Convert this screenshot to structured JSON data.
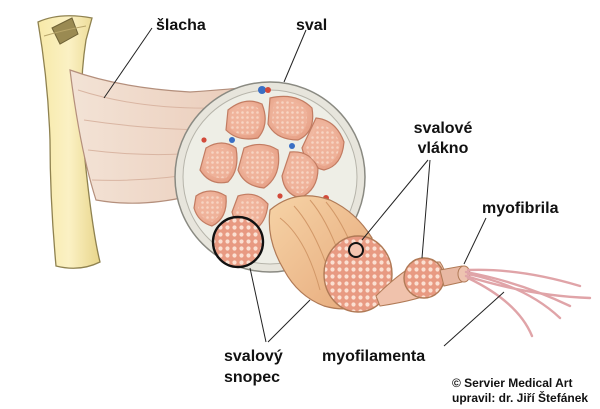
{
  "labels": {
    "tendon": "šlacha",
    "muscle": "sval",
    "fiber_line1": "svalové",
    "fiber_line2": "vlákno",
    "myofibril": "myofibrila",
    "fascicle_line1": "svalový",
    "fascicle_line2": "snopec",
    "myofilament": "myofilamenta"
  },
  "credit": {
    "line1": "© Servier Medical Art",
    "line2": "upravil: dr. Jiří Štefánek"
  }
}
